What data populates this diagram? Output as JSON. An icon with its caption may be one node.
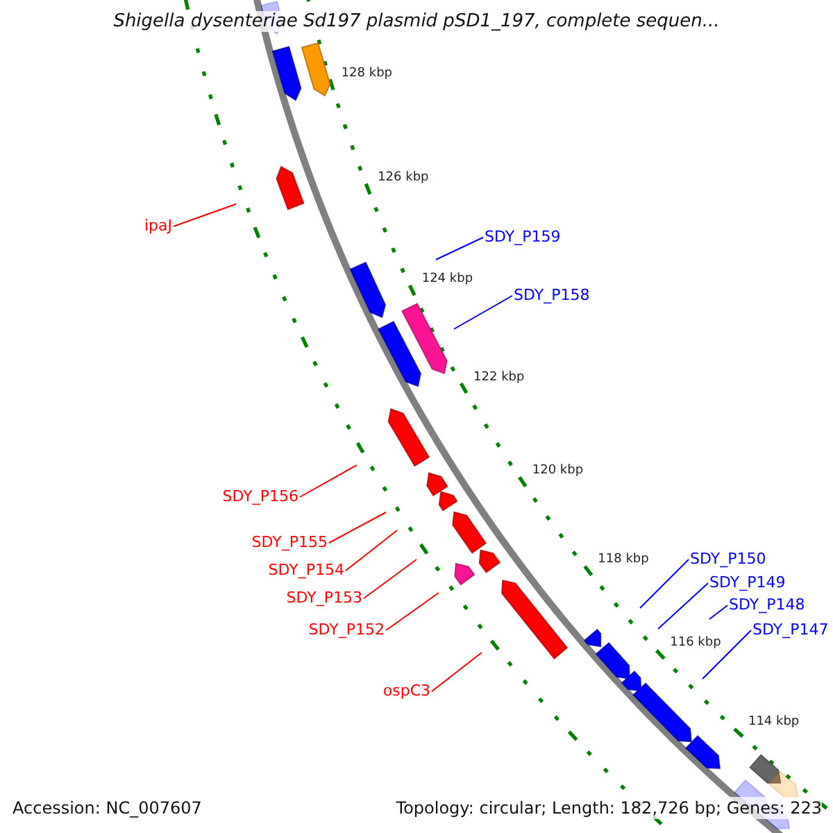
{
  "diagram": {
    "title": "Shigella dysenteriae Sd197 plasmid pSD1_197, complete sequen...",
    "nodes": [
      {
        "text": [
          "ipaJ"
        ]
      },
      {
        "text": [
          "SDY_P159"
        ]
      },
      {
        "text": [
          "SDY_P158"
        ]
      },
      {
        "text": [
          "SDY_P156"
        ]
      },
      {
        "text": [
          "SDY_P155"
        ]
      },
      {
        "text": [
          "SDY_P154"
        ]
      },
      {
        "text": [
          "SDY_P153"
        ]
      },
      {
        "text": [
          "SDY_P152"
        ]
      },
      {
        "text": [
          "ospC3"
        ]
      },
      {
        "text": [
          "SDY_P150"
        ]
      },
      {
        "text": [
          "SDY_P149"
        ]
      },
      {
        "text": [
          "SDY_P148"
        ]
      },
      {
        "text": [
          "SDY_P147"
        ]
      }
    ],
    "edges": [
      {
        "from": 0,
        "to": null,
        "arrow": "none"
      },
      {
        "from": 1,
        "to": null,
        "arrow": "none",
        "color": "#0000ff"
      },
      {
        "from": 2,
        "to": null,
        "arrow": "none",
        "color": "#0000ff"
      },
      {
        "from": 3,
        "to": null,
        "arrow": "none"
      },
      {
        "from": 4,
        "to": null,
        "arrow": "none"
      },
      {
        "from": 5,
        "to": null,
        "arrow": "none"
      },
      {
        "from": 6,
        "to": null,
        "arrow": "none"
      },
      {
        "from": 7,
        "to": null,
        "arrow": "none"
      },
      {
        "from": 8,
        "to": null,
        "arrow": "none"
      },
      {
        "from": 9,
        "to": null,
        "arrow": "none",
        "color": "#0000ff"
      },
      {
        "from": 10,
        "to": null,
        "arrow": "none",
        "color": "#0000ff"
      },
      {
        "from": 11,
        "to": null,
        "arrow": "none",
        "color": "#0000ff"
      },
      {
        "from": 12,
        "to": null,
        "arrow": "none",
        "color": "#0000ff"
      }
    ],
    "labels": [
      "128 kbp",
      "126 kbp",
      "124 kbp",
      "122 kbp",
      "120 kbp",
      "118 kbp",
      "116 kbp",
      "114 kbp",
      "Accession: NC_007607",
      "Topology: circular; Length: 182,726 bp; Genes: 223"
    ]
  }
}
